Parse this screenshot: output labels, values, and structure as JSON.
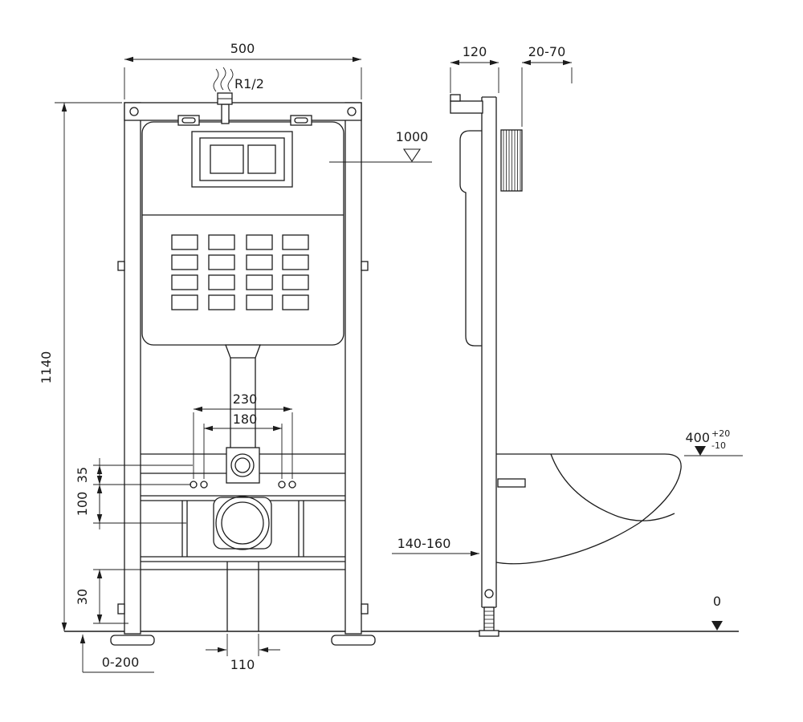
{
  "colors": {
    "ink": "#1c1c1c",
    "background": "#ffffff"
  },
  "labels": {
    "front": {
      "width": "500",
      "inlet": "R1/2",
      "height": "1140",
      "holes_outer": "230",
      "holes_inner": "180",
      "offset_a": "35",
      "offset_b": "100",
      "offset_c": "30",
      "floor_adjust": "0-200",
      "outlet_width": "110"
    },
    "side": {
      "depth": "120",
      "wall_distance": "20-70",
      "water_height": "1000",
      "rim_height": "400",
      "rim_tol_up": "+20",
      "rim_tol_down": "-10",
      "drain_height": "140-160",
      "floor": "0"
    }
  }
}
